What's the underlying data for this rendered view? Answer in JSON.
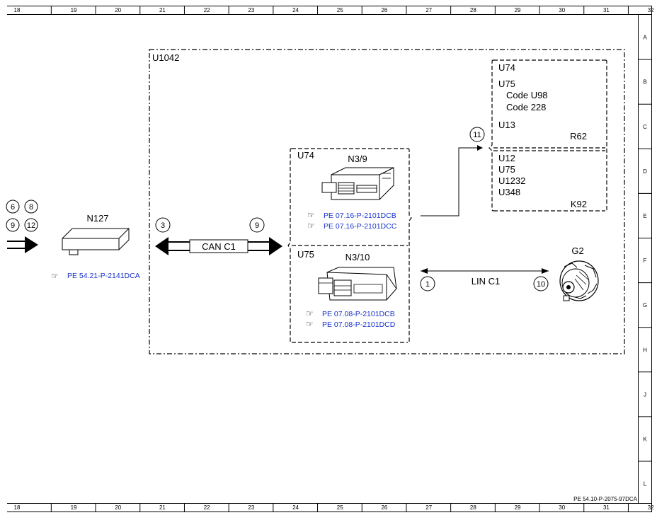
{
  "frame": {
    "columns": [
      "18",
      "19",
      "20",
      "21",
      "22",
      "23",
      "24",
      "25",
      "26",
      "27",
      "28",
      "29",
      "30",
      "31",
      "32"
    ],
    "rows": [
      "A",
      "B",
      "C",
      "D",
      "E",
      "F",
      "G",
      "H",
      "J",
      "K",
      "L"
    ],
    "doc_id": "PE 54.10-P-2075-97DCA"
  },
  "input": {
    "connectors": [
      "6",
      "8",
      "9",
      "12"
    ]
  },
  "n127": {
    "label": "N127",
    "ref": "PE 54.21-P-2141DCA"
  },
  "u1042": {
    "label": "U1042"
  },
  "can_bus": {
    "label": "CAN C1",
    "left_pin": "3",
    "right_pin": "9"
  },
  "n3_9": {
    "variant": "U74",
    "label": "N3/9",
    "refs": [
      "PE 07.16-P-2101DCB",
      "PE 07.16-P-2101DCC"
    ]
  },
  "n3_10": {
    "variant": "U75",
    "label": "N3/10",
    "refs": [
      "PE 07.08-P-2101DCB",
      "PE 07.08-P-2101DCD"
    ]
  },
  "signal_pin": "11",
  "r62_box": {
    "code1": "U74",
    "code2": "U75",
    "code3": "Code U98",
    "code4": "Code 228",
    "code5": "U13",
    "label": "R62"
  },
  "k92_box": {
    "code1": "U12",
    "code2": "U75",
    "code3": "U1232",
    "code4": "U348",
    "label": "K92"
  },
  "lin_bus": {
    "label": "LIN C1",
    "left_pin": "1",
    "right_pin": "10"
  },
  "g2": {
    "label": "G2"
  }
}
